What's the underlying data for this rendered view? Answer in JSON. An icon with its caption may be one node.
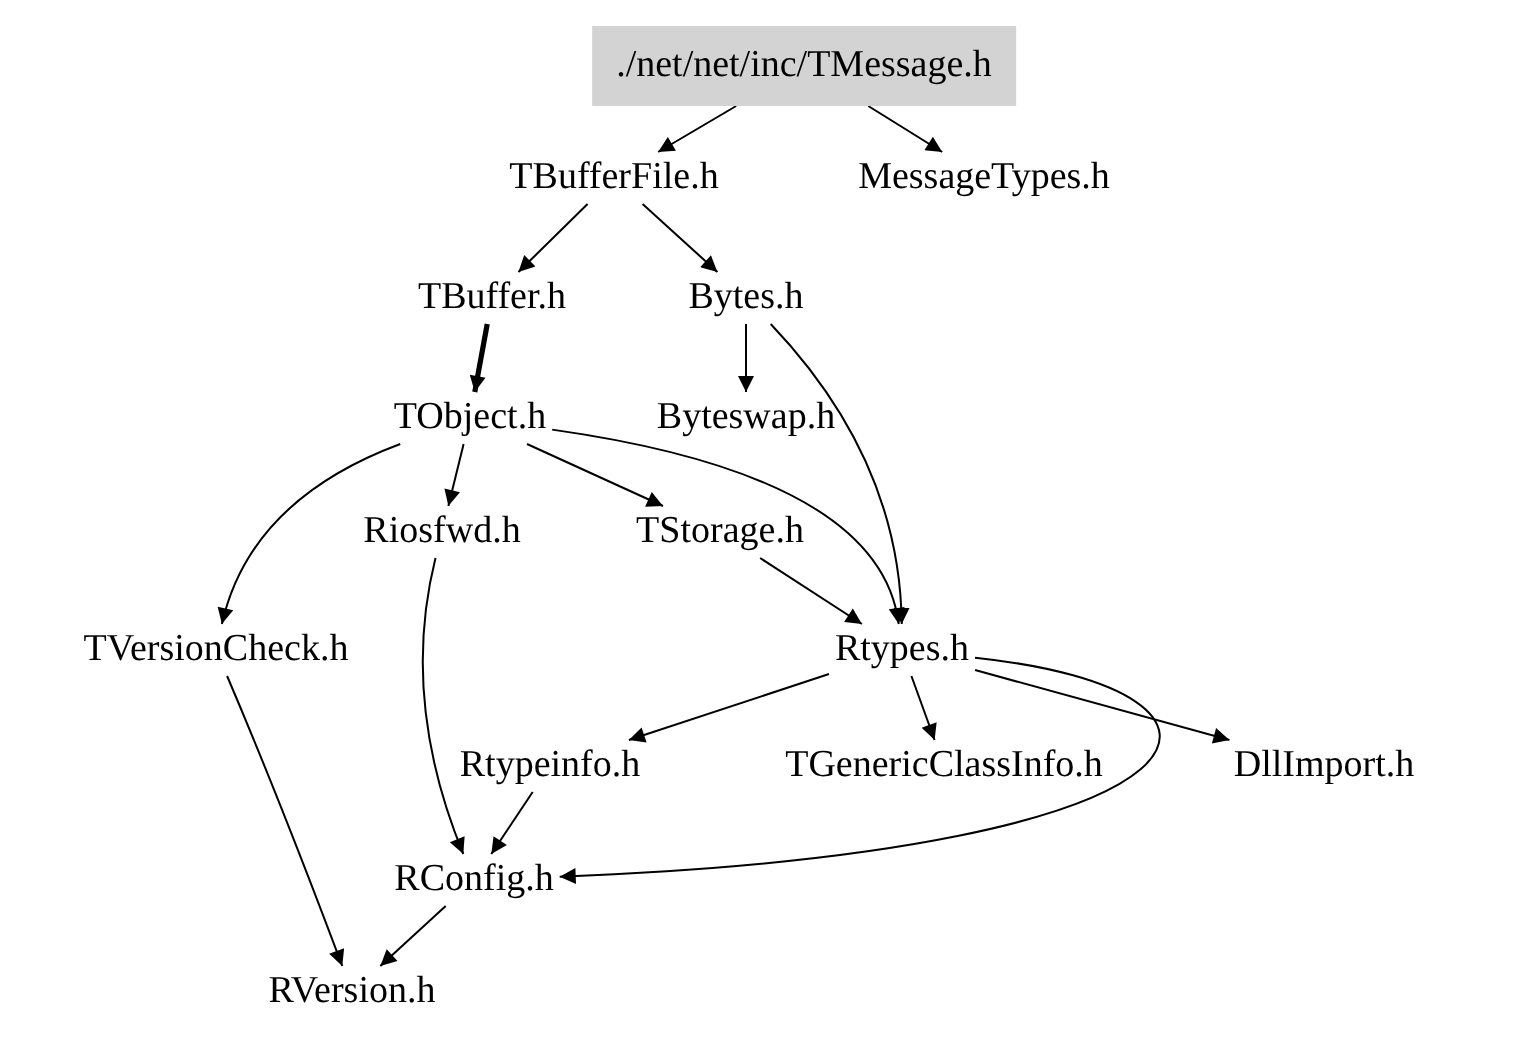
{
  "diagram": {
    "nodes": [
      {
        "text": [
          "./net/net/inc/TMessage.h"
        ]
      },
      {
        "text": [
          "TBufferFile.h"
        ]
      },
      {
        "text": [
          "MessageTypes.h"
        ]
      },
      {
        "text": [
          "TBuffer.h"
        ]
      },
      {
        "text": [
          "Bytes.h"
        ]
      },
      {
        "text": [
          "TObject.h"
        ]
      },
      {
        "text": [
          "Byteswap.h"
        ]
      },
      {
        "text": [
          "Riosfwd.h"
        ]
      },
      {
        "text": [
          "TStorage.h"
        ]
      },
      {
        "text": [
          "TVersionCheck.h"
        ]
      },
      {
        "text": [
          "Rtypes.h"
        ]
      },
      {
        "text": [
          "Rtypeinfo.h"
        ]
      },
      {
        "text": [
          "TGenericClassInfo.h"
        ]
      },
      {
        "text": [
          "DllImport.h"
        ]
      },
      {
        "text": [
          "RConfig.h"
        ]
      },
      {
        "text": [
          "RVersion.h"
        ]
      }
    ],
    "edges": [
      {
        "from": 0,
        "to": 1,
        "arrow": "to"
      },
      {
        "from": 0,
        "to": 2,
        "arrow": "to"
      },
      {
        "from": 1,
        "to": 3,
        "arrow": "to"
      },
      {
        "from": 1,
        "to": 4,
        "arrow": "to"
      },
      {
        "from": 3,
        "to": 5,
        "arrow": "to",
        "style": "thick"
      },
      {
        "from": 4,
        "to": 6,
        "arrow": "to"
      },
      {
        "from": 4,
        "to": 10,
        "arrow": "to"
      },
      {
        "from": 5,
        "to": 9,
        "arrow": "to"
      },
      {
        "from": 5,
        "to": 7,
        "arrow": "to"
      },
      {
        "from": 5,
        "to": 8,
        "arrow": "to"
      },
      {
        "from": 5,
        "to": 10,
        "arrow": "to"
      },
      {
        "from": 8,
        "to": 10,
        "arrow": "to"
      },
      {
        "from": 10,
        "to": 11,
        "arrow": "to"
      },
      {
        "from": 10,
        "to": 12,
        "arrow": "to"
      },
      {
        "from": 10,
        "to": 13,
        "arrow": "to"
      },
      {
        "from": 10,
        "to": 14,
        "arrow": "to"
      },
      {
        "from": 7,
        "to": 14,
        "arrow": "to"
      },
      {
        "from": 11,
        "to": 14,
        "arrow": "to"
      },
      {
        "from": 9,
        "to": 15,
        "arrow": "to"
      },
      {
        "from": 14,
        "to": 15,
        "arrow": "to"
      }
    ]
  }
}
